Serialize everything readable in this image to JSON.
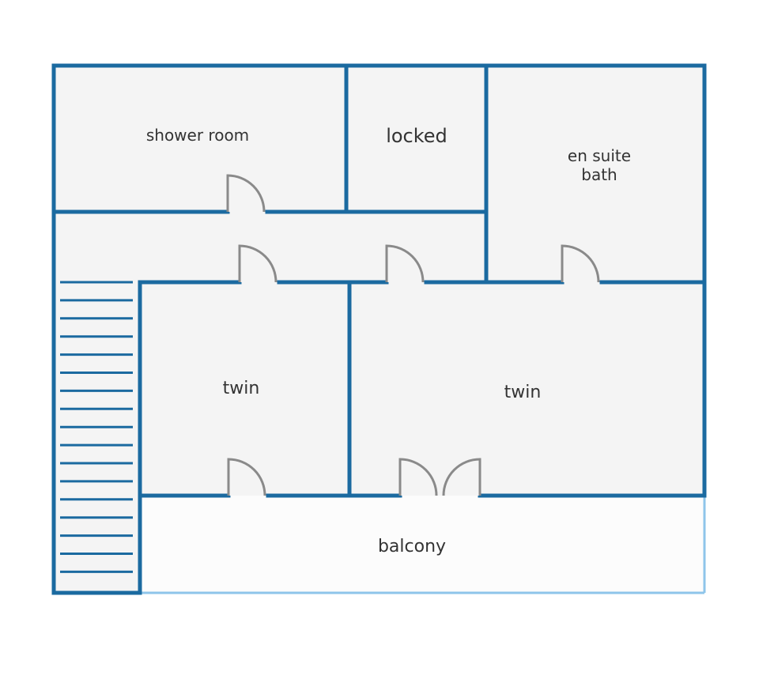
{
  "rooms": {
    "shower_room": "shower room",
    "locked": "locked",
    "en_suite_line1": "en suite",
    "en_suite_line2": "bath",
    "twin_left": "twin",
    "twin_right": "twin",
    "balcony": "balcony"
  },
  "colors": {
    "wall": "#1b6aa0",
    "balcony_rail": "#8ec5ea",
    "floor": "#f4f4f4",
    "balcony_floor": "#fcfcfc",
    "door": "#8a8a8a",
    "label": "#333333"
  }
}
